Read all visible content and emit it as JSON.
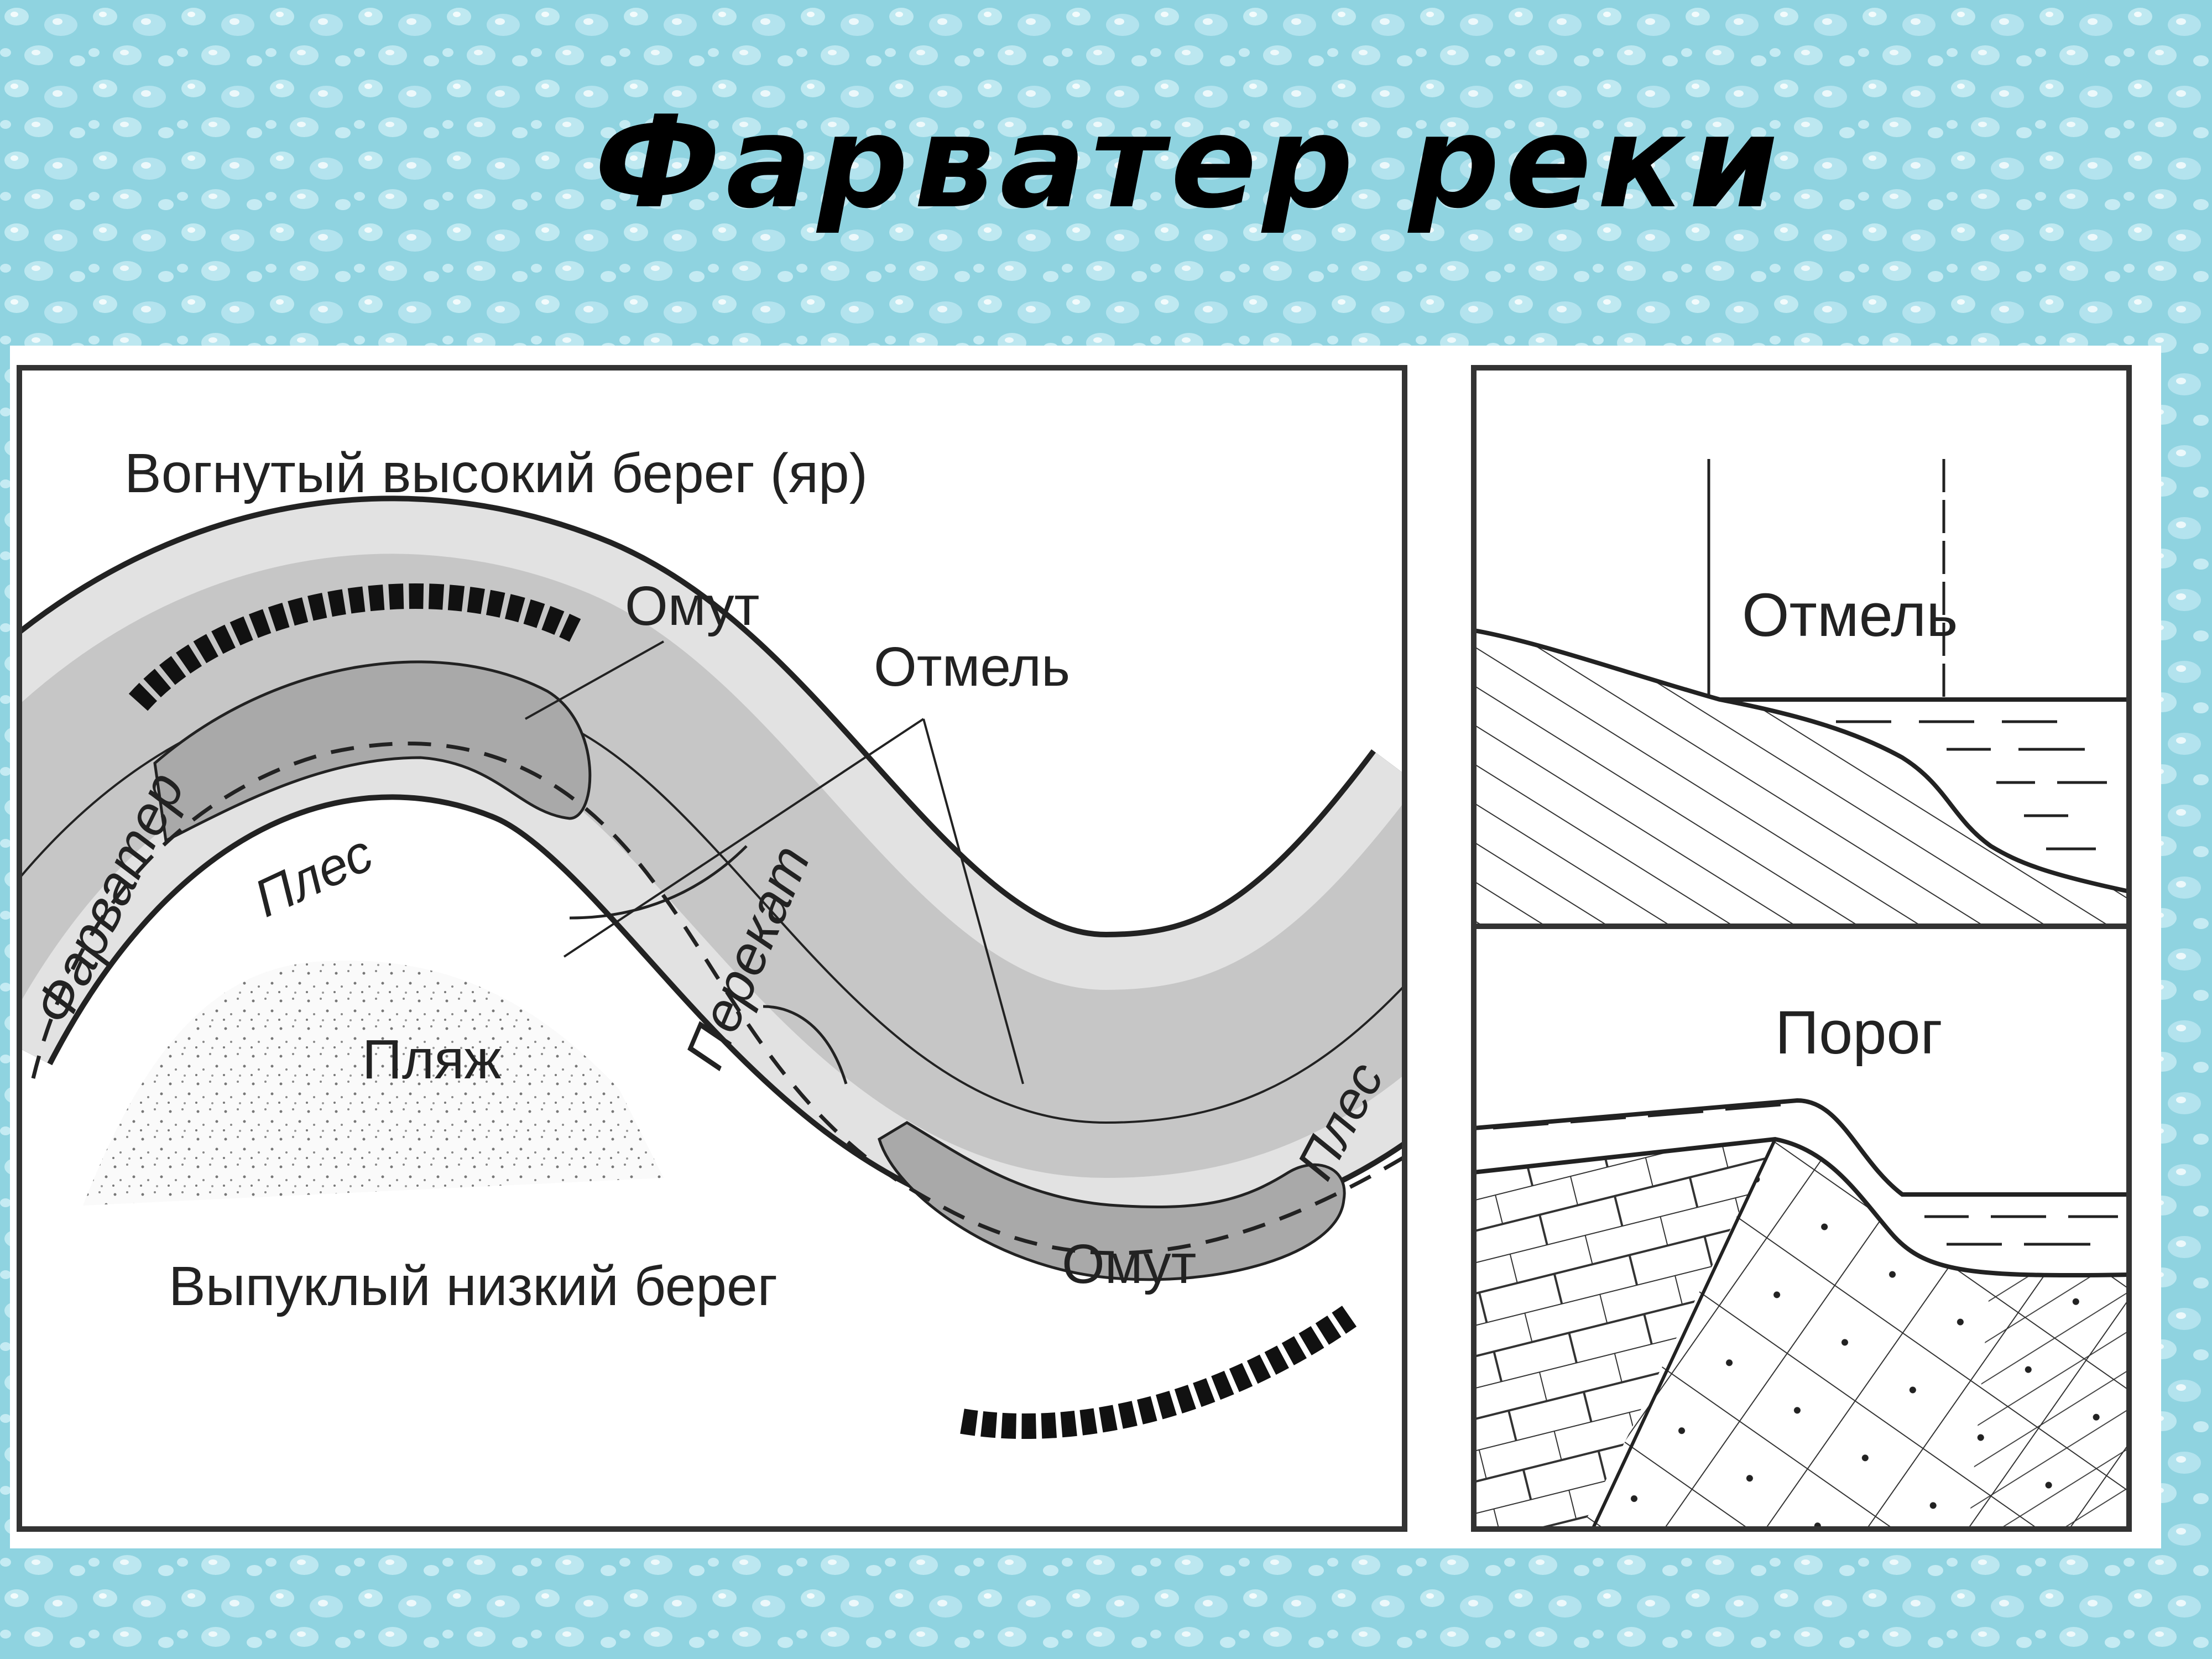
{
  "title": "Фарватер реки",
  "colors": {
    "background": "#8fd3e0",
    "panel": "#ffffff",
    "channel_light": "#e2e2e2",
    "channel_mid": "#c6c6c6",
    "channel_dark": "#a9a9a9",
    "ink": "#222222"
  },
  "plan": {
    "label_concave_bank": "Вогнутый высокий берег (яр)",
    "label_pool_top": "Омут",
    "label_shoal": "Отмель",
    "label_fairway": "Фарватер",
    "label_reach_left": "Плес",
    "label_crossing": "Перекат",
    "label_beach": "Пляж",
    "label_reach_right": "Плес",
    "label_pool_bottom": "Омут",
    "label_convex_bank": "Выпуклый низкий берег"
  },
  "profile_shoal": {
    "label": "Отмель"
  },
  "profile_rapid": {
    "label": "Порог"
  }
}
